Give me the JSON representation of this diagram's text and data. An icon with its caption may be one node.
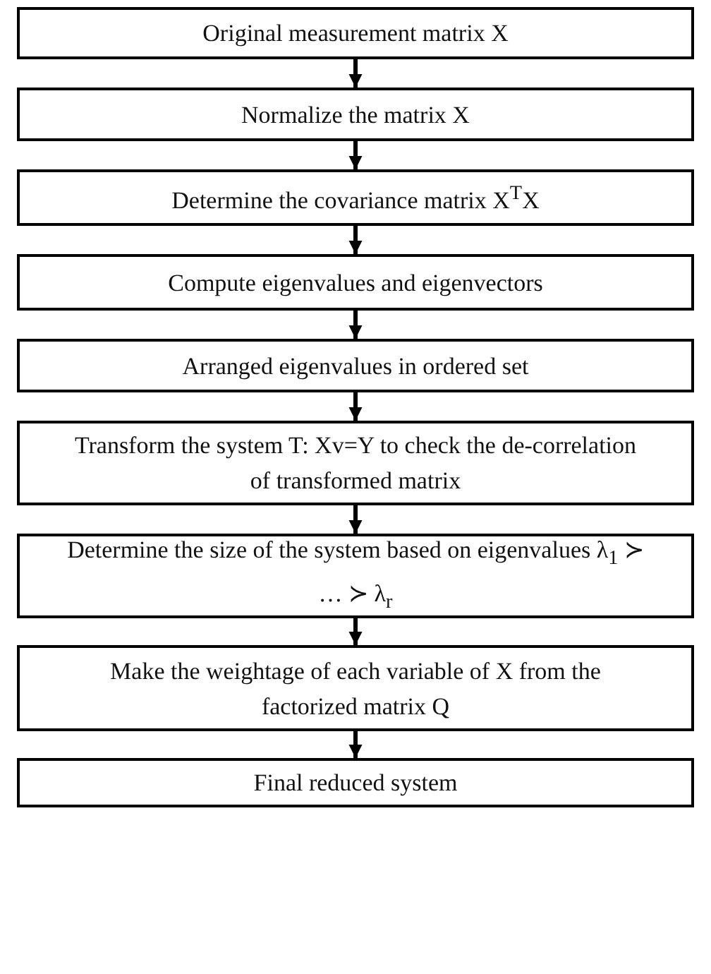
{
  "diagram": {
    "nodes": [
      {
        "text": [
          "Original measurement matrix X"
        ]
      },
      {
        "text": [
          "Normalize the matrix X"
        ]
      },
      {
        "text": [
          "Determine the covariance matrix X$^{T}$X"
        ]
      },
      {
        "text": [
          "Compute eigenvalues and eigenvectors"
        ]
      },
      {
        "text": [
          "Arranged eigenvalues in ordered set"
        ]
      },
      {
        "text": [
          "Transform the system T: Xv=Y to check the de-correlation of transformed matrix"
        ]
      },
      {
        "text": [
          "Determine the size of the system based on eigenvalues λ$_{1}$ ≻ … ≻ λ$_{r}$"
        ]
      },
      {
        "text": [
          "Make the weightage of each variable of X from the factorized matrix Q"
        ]
      },
      {
        "text": [
          "Final reduced system"
        ]
      }
    ],
    "edges": [
      {
        "from": 0,
        "to": 1,
        "arrow": "to"
      },
      {
        "from": 1,
        "to": 2,
        "arrow": "to"
      },
      {
        "from": 2,
        "to": 3,
        "arrow": "to"
      },
      {
        "from": 3,
        "to": 4,
        "arrow": "to"
      },
      {
        "from": 4,
        "to": 5,
        "arrow": "to"
      },
      {
        "from": 5,
        "to": 6,
        "arrow": "to"
      },
      {
        "from": 6,
        "to": 7,
        "arrow": "to"
      },
      {
        "from": 7,
        "to": 8,
        "arrow": "to"
      }
    ]
  }
}
